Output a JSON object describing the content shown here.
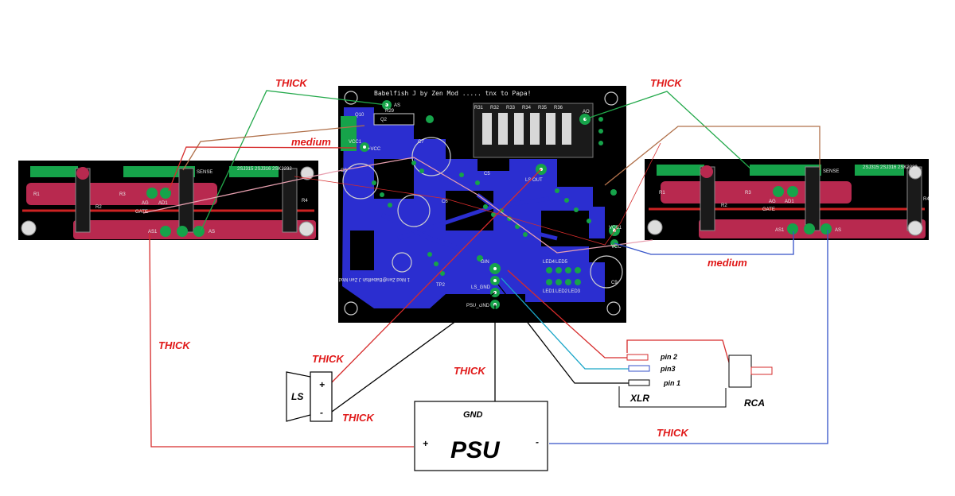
{
  "main_board": {
    "title": "Babelfish J by Zen Mod ..... tnx to Papa!",
    "labels": {
      "r29": "R29",
      "q10": "Q10",
      "q2": "Q2",
      "vcc1": "VCC1",
      "vcc2": "+VCC",
      "c8": "C8",
      "c7": "C7",
      "c6": "C6",
      "c5": "C5",
      "c9": "C9",
      "as": "AS",
      "ao": "AO",
      "ls_out": "LS OUT",
      "gin": "GIN",
      "ls_gnd": "LS_GND",
      "psu_gnd": "PSU_GND",
      "tp2": "TP2",
      "led1": "LED1",
      "led2": "LED2",
      "led3": "LED3",
      "led4": "LED4",
      "led5": "LED5",
      "r31": "R31",
      "r32": "R32",
      "r33": "R33",
      "r34": "R34",
      "r35": "R35",
      "r36": "R36",
      "vcc_r": "VCC1",
      "vcc_r2": "VCC",
      "mirror": "1 Mod Zen@Babelfish J Zen Mod"
    }
  },
  "left_board": {
    "labels": {
      "sense": "SENSE",
      "gate": "GATE",
      "ag": "AG",
      "ad1": "AD1",
      "as1": "AS1",
      "as": "AS",
      "parts": "2SJ315 2SJ316 2SK2232",
      "r1": "R1",
      "r2": "R2",
      "r3": "R3",
      "r4": "R4"
    }
  },
  "right_board": {
    "labels": {
      "sense": "SENSE",
      "gate": "GATE",
      "ag": "AG",
      "ad1": "AD1",
      "as1": "AS1",
      "as": "AS",
      "parts": "2SJ315 2SJ316 2SK2232",
      "r1": "R1",
      "r2": "R2",
      "r3": "R3",
      "r4": "R4"
    }
  },
  "wire_labels": {
    "thick_top_left": "THICK",
    "medium_left": "medium",
    "thick_top_right": "THICK",
    "medium_right": "medium",
    "thick_left": "THICK",
    "thick_ls_top": "THICK",
    "thick_ls_bottom": "THICK",
    "thick_psu_gnd": "THICK",
    "thick_bottom_right": "THICK"
  },
  "ls": {
    "label": "LS",
    "plus": "+",
    "minus": "-"
  },
  "psu": {
    "label": "PSU",
    "gnd": "GND",
    "plus": "+",
    "minus": "-"
  },
  "xlr": {
    "label": "XLR",
    "pin1": "pin 1",
    "pin2": "pin 2",
    "pin3": "pin3"
  },
  "rca": {
    "label": "RCA"
  },
  "colors": {
    "pcb_black": "#000000",
    "pcb_blue": "#2b2ed0",
    "pad_green": "#16a34a",
    "trace_red": "#b8294f",
    "wire_red": "#d62b2b",
    "wire_green": "#22a84a",
    "wire_brown": "#b0704a",
    "wire_blue": "#3452c8",
    "wire_cyan": "#1aa6c8",
    "wire_black": "#000000",
    "wire_pink": "#e8a0b0",
    "label_red": "#e01818"
  }
}
